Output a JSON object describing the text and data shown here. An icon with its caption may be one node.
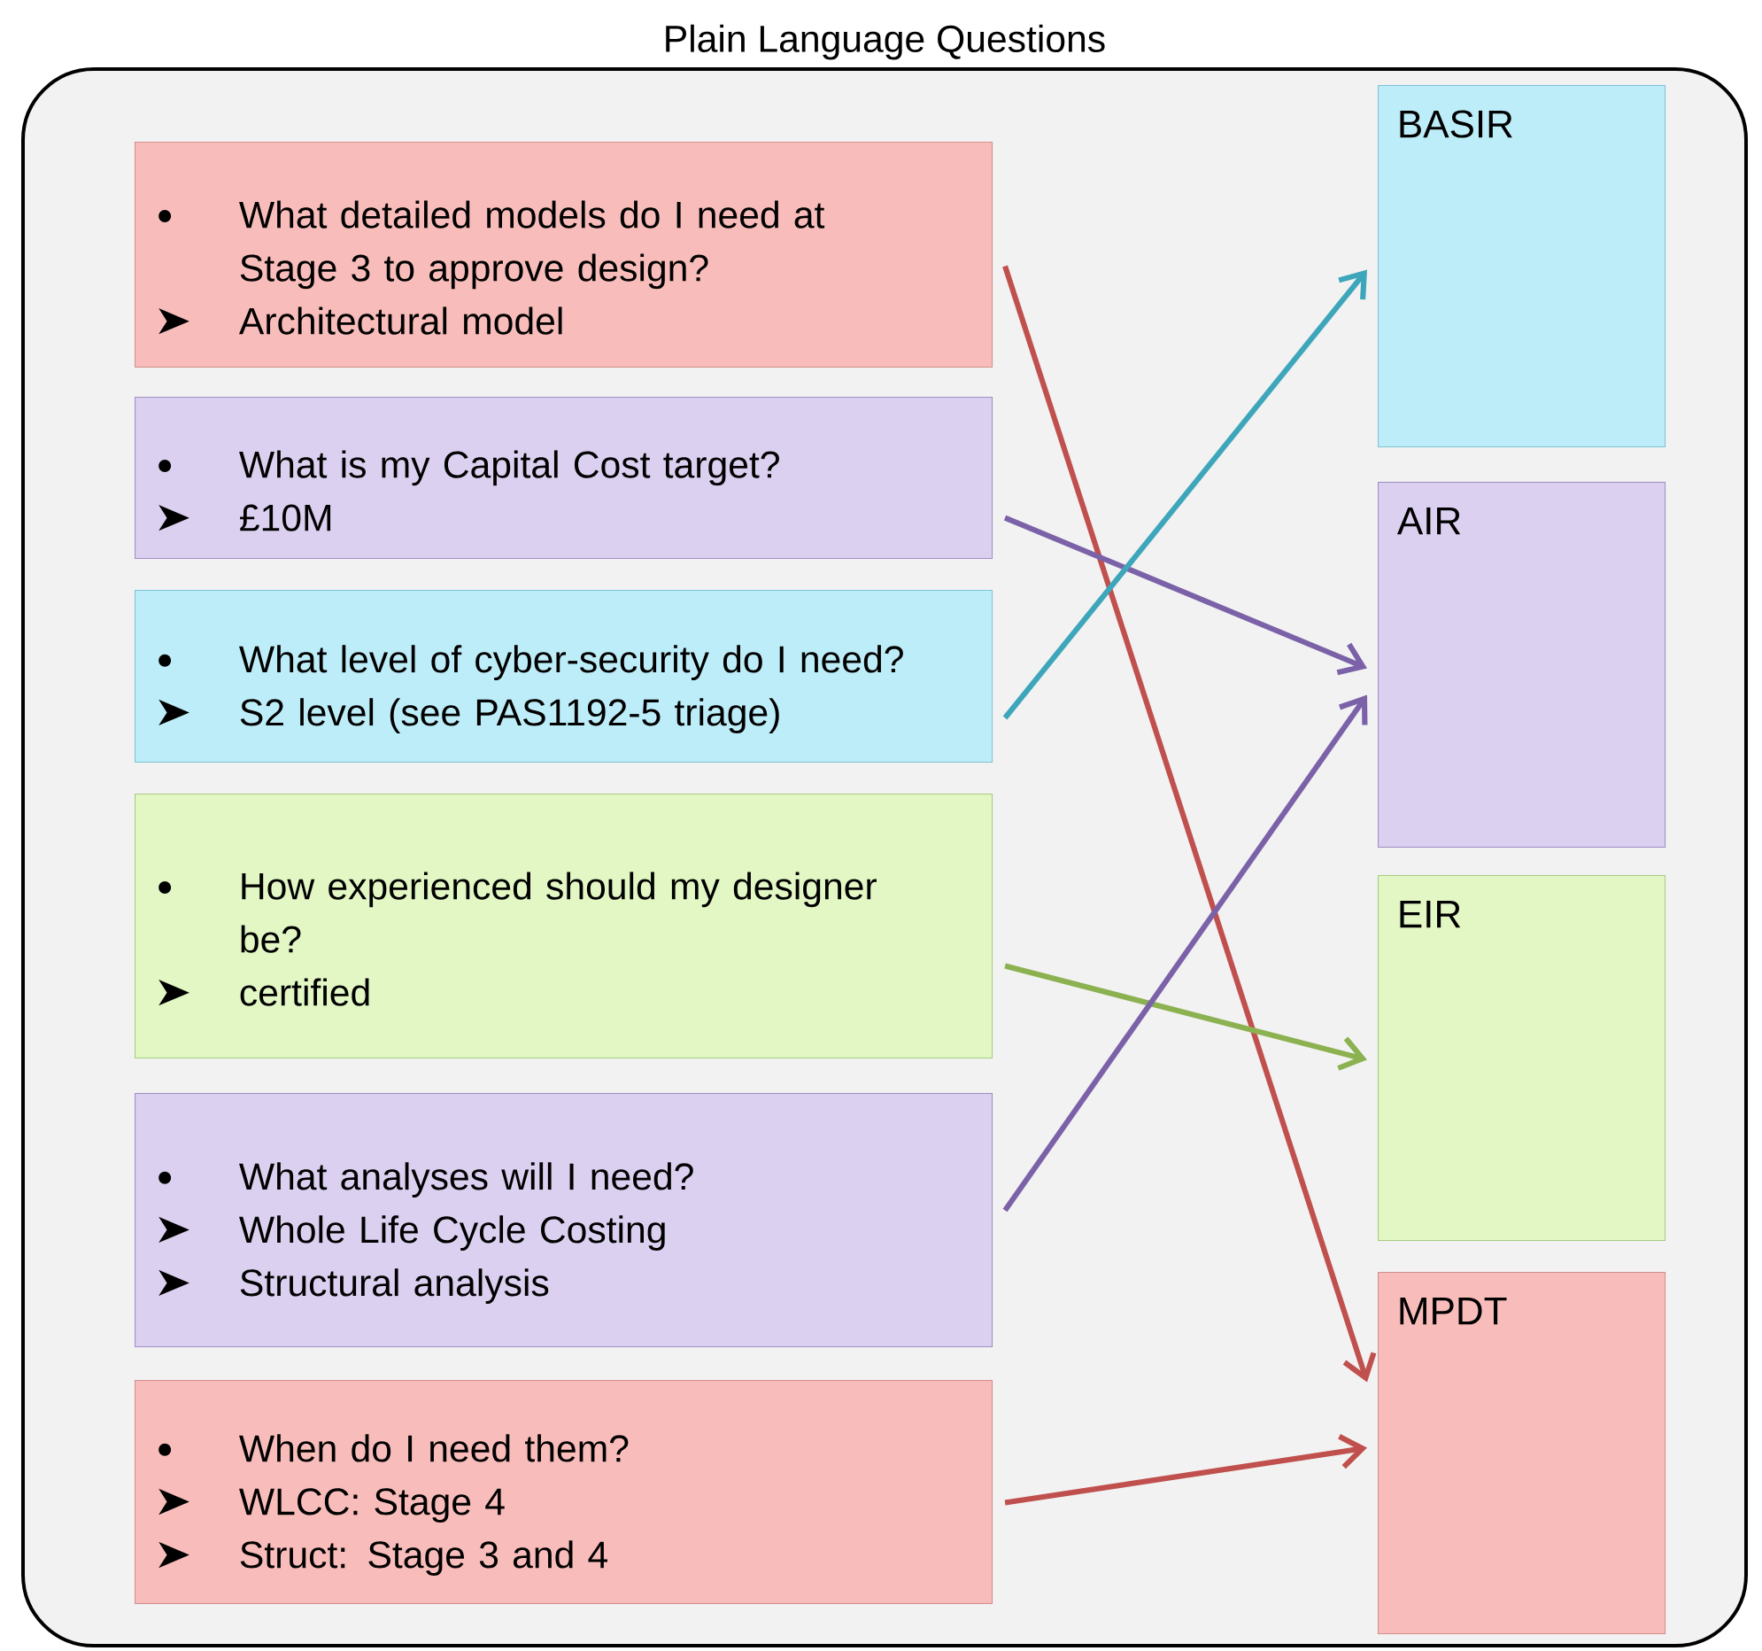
{
  "diagram": {
    "nodes": [
      {
        "text": [
          "Plain Language Questions"
        ]
      },
      {
        "text": [
          "What detailed models do I need at Stage 3 to approve design?",
          "Architectural model"
        ],
        "in": 0
      },
      {
        "text": [
          "What is my Capital Cost target?",
          "£10M"
        ],
        "in": 0
      },
      {
        "text": [
          "What level of cyber-security do I need?",
          "S2 level (see PAS1192-5 triage)"
        ],
        "in": 0
      },
      {
        "text": [
          "How experienced should my designer be?",
          "certified"
        ],
        "in": 0
      },
      {
        "text": [
          "What analyses will I need?",
          "Whole Life Cycle Costing",
          "Structural analysis"
        ],
        "in": 0
      },
      {
        "text": [
          "When do I need them?",
          "WLCC: Stage 4",
          "Struct: Stage 3 and 4"
        ],
        "in": 0
      },
      {
        "text": [
          "BASIR"
        ],
        "in": 0
      },
      {
        "text": [
          "AIR"
        ],
        "in": 0
      },
      {
        "text": [
          "EIR"
        ],
        "in": 0
      },
      {
        "text": [
          "MPDT"
        ],
        "in": 0
      }
    ],
    "edges": [
      {
        "from": 1,
        "to": 10,
        "arrow": "to",
        "color": "#c0504d"
      },
      {
        "from": 2,
        "to": 8,
        "arrow": "to",
        "color": "#7b62a8"
      },
      {
        "from": 3,
        "to": 7,
        "arrow": "to",
        "color": "#3ea6bb"
      },
      {
        "from": 4,
        "to": 9,
        "arrow": "to",
        "color": "#8cb150"
      },
      {
        "from": 5,
        "to": 8,
        "arrow": "to",
        "color": "#7b62a8"
      },
      {
        "from": 6,
        "to": 10,
        "arrow": "to",
        "color": "#c0504d"
      }
    ]
  }
}
